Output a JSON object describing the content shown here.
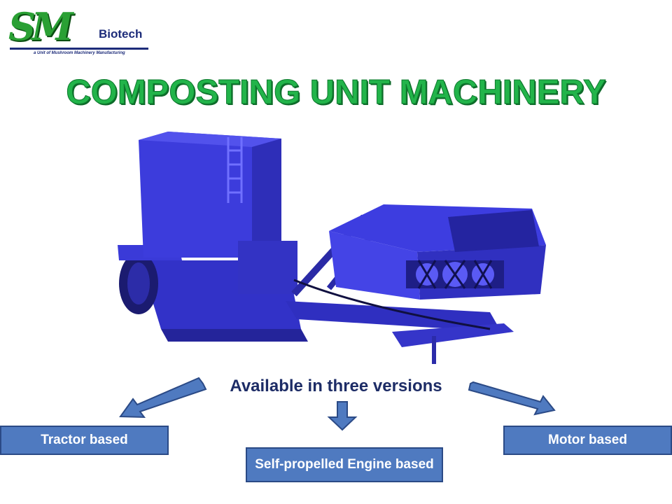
{
  "logo": {
    "mark": "SM",
    "brand": "Biotech",
    "tagline": "a Unit of Mushroom Machinery Manufacturing"
  },
  "title": "COMPOSTING UNIT MACHINERY",
  "subtitle": "Available in three versions",
  "versions": [
    {
      "label": "Tractor based"
    },
    {
      "label": "Self-propelled Engine based"
    },
    {
      "label": "Motor based"
    }
  ],
  "colors": {
    "title_green": "#22b44a",
    "box_blue": "#4f7ac0",
    "machine_blue": "#3b3bd6",
    "heading_navy": "#1d2c66"
  }
}
